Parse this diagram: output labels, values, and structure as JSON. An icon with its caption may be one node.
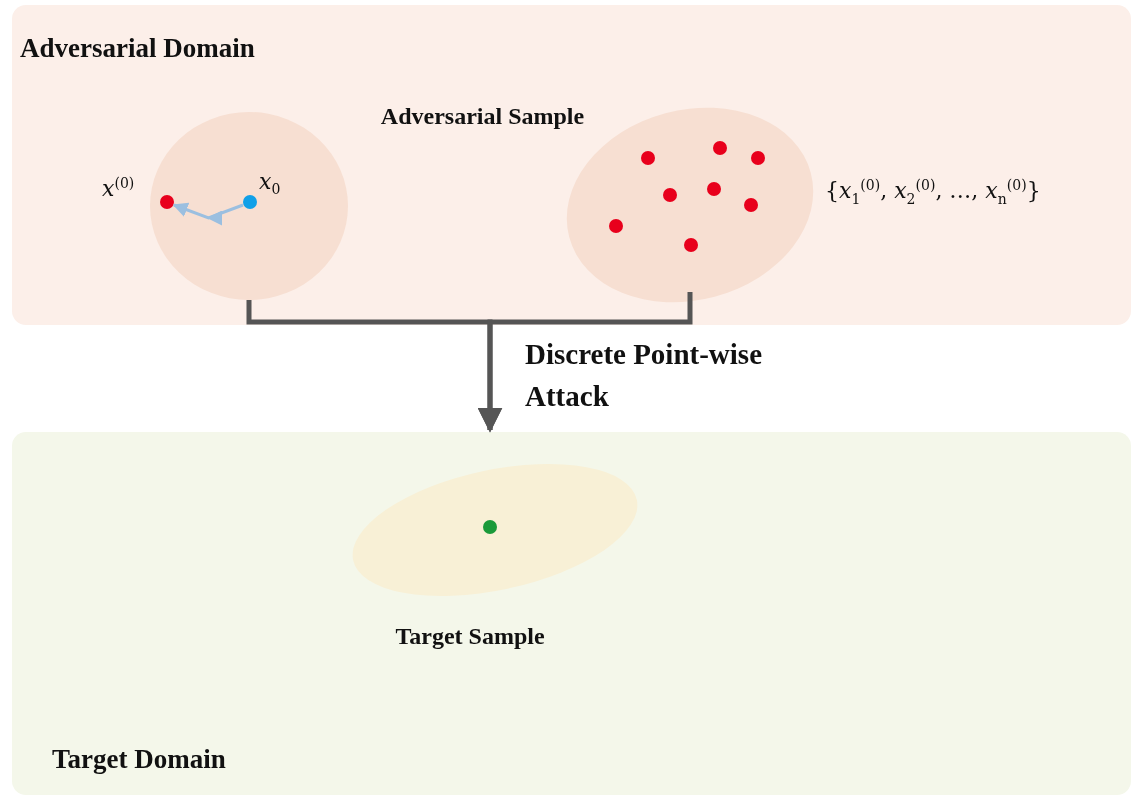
{
  "diagram": {
    "nodes": [
      {
        "text": [
          "Adversarial Domain"
        ]
      },
      {
        "text": [],
        "shape": "circle",
        "in": 0
      },
      {
        "text": [],
        "shape": "circle",
        "in": 1,
        "beside": [
          "*x*$^{(0)}$"
        ]
      },
      {
        "text": [],
        "shape": "circle",
        "in": 1,
        "beside": [
          "*x*$_{0}$"
        ]
      },
      {
        "text": [
          "Adversarial Sample"
        ],
        "in": 0,
        "beside": [
          "{*x*$_{1}$$^{(0)}$, *x*$_{2}$$^{(0)}$, …, *x*$_{n}$$^{(0)}$}"
        ]
      },
      {
        "text": [
          "Target Domain"
        ]
      },
      {
        "text": [
          "Target Sample"
        ],
        "in": 5
      }
    ],
    "edges": [
      {
        "from": 3,
        "to": 2,
        "arrow": "to",
        "color": "#9bbfe0"
      },
      {
        "from": 1,
        "to": 5,
        "arrow": "to",
        "label": "Discrete Point-wise Attack"
      },
      {
        "from": 4,
        "to": 5,
        "arrow": "to"
      }
    ]
  }
}
